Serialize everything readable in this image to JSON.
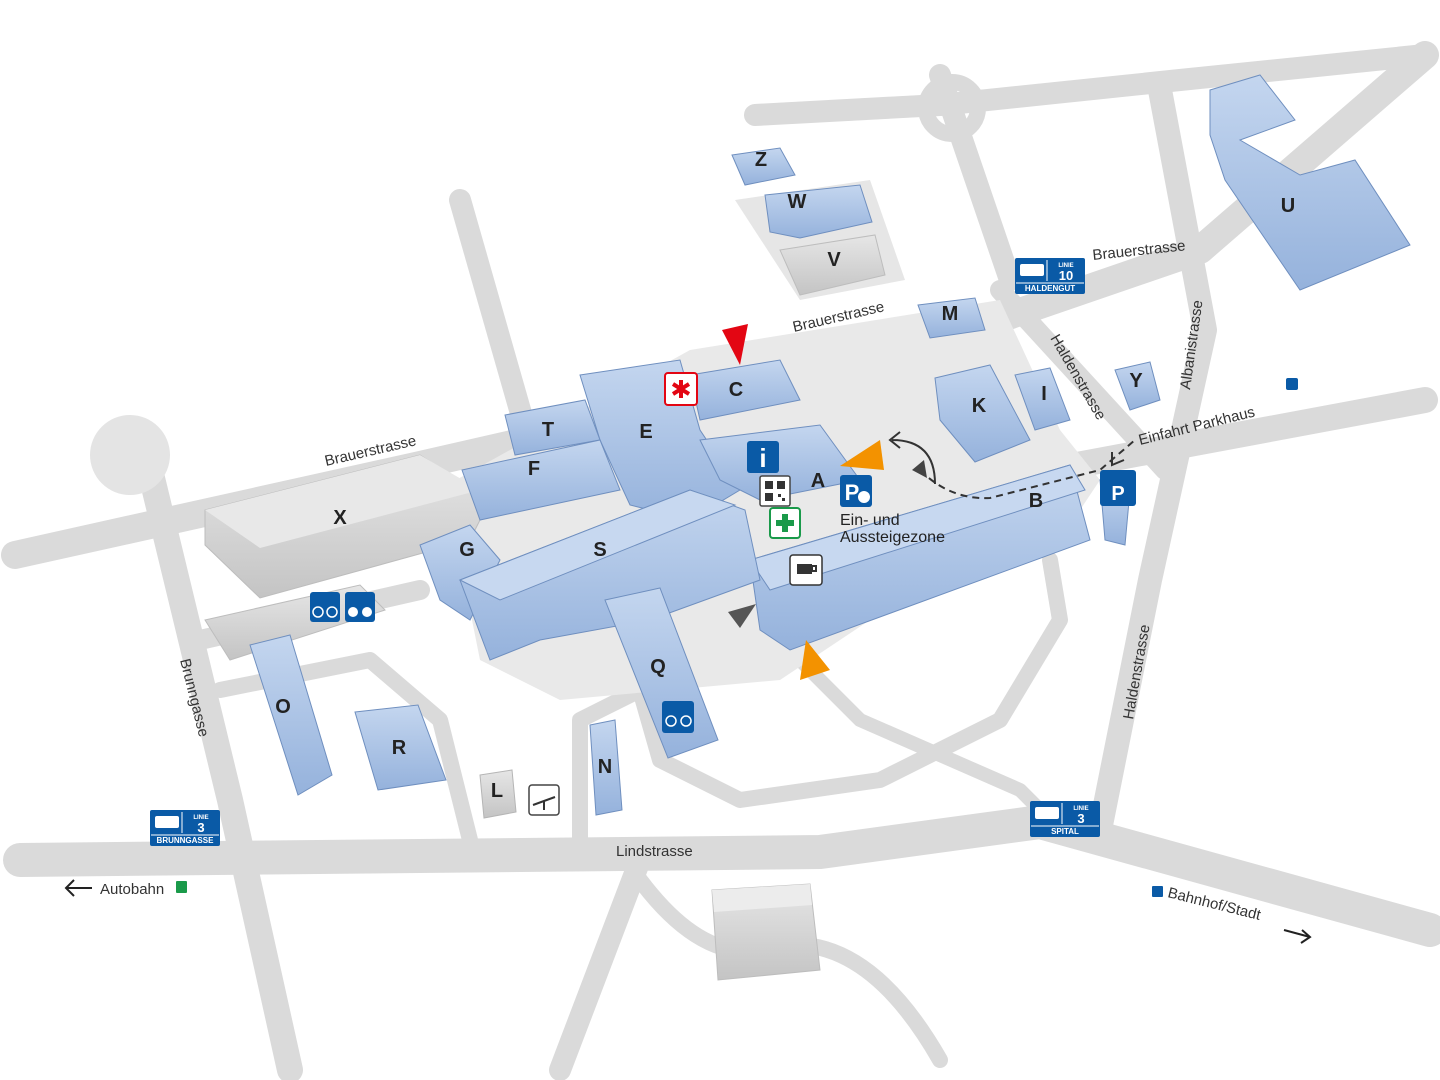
{
  "streets": {
    "brauer1": "Brauerstrasse",
    "brauer2": "Brauerstrasse",
    "brauer3": "Brauerstrasse",
    "halden_top": "Haldenstrasse",
    "albani": "Albanistrasse",
    "halden_right": "Haldenstrasse",
    "brunngasse": "Brunngasse",
    "lind": "Lindstrasse"
  },
  "directions": {
    "autobahn": "Autobahn",
    "bahnhof": "Bahnhof/Stadt",
    "parkhaus": "Einfahrt Parkhaus"
  },
  "zone": {
    "line1": "Ein- und",
    "line2": "Aussteigezone"
  },
  "buildings": {
    "A": "A",
    "B": "B",
    "C": "C",
    "E": "E",
    "F": "F",
    "G": "G",
    "I": "I",
    "K": "K",
    "L": "L",
    "M": "M",
    "N": "N",
    "O": "O",
    "Q": "Q",
    "R": "R",
    "S": "S",
    "T": "T",
    "U": "U",
    "V": "V",
    "W": "W",
    "X": "X",
    "Y": "Y",
    "Z": "Z"
  },
  "bus_stops": {
    "haldengut": {
      "linie": "LINIE",
      "number": "10",
      "name": "HALDENGUT"
    },
    "brunngasse": {
      "linie": "LINIE",
      "number": "3",
      "name": "BRUNNGASSE"
    },
    "spital": {
      "linie": "LINIE",
      "number": "3",
      "name": "SPITAL"
    }
  },
  "icons": {
    "info": "i",
    "parking": "P",
    "coffee": "coffee-icon",
    "emergency": "emergency-icon",
    "pharmacy": "pharmacy-icon",
    "qr": "qr-code-icon",
    "bike_parking": "bike-parking-icon",
    "moto_parking": "motorcycle-parking-icon",
    "playground": "playground-icon",
    "entrance": "entrance-marker-icon"
  },
  "colors": {
    "building": "#a9c4e6",
    "building_dark": "#7f9fcc",
    "gray_building": "#d6d6d6",
    "road": "#d9d9d9",
    "accent_blue": "#0a5aa6",
    "emergency_red": "#e30613",
    "entrance_orange": "#f39200"
  }
}
